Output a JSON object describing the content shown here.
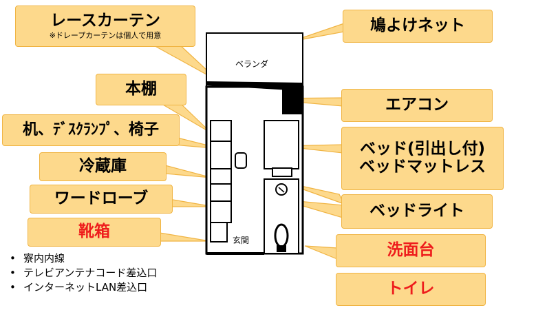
{
  "callouts": {
    "lace_curtain": {
      "title": "レースカーテン",
      "note": "※ドレープカーテンは個人で用意"
    },
    "bookshelf": {
      "title": "本棚"
    },
    "desk": {
      "title": "机、ﾃﾞｽｸﾗﾝﾌﾟ、椅子"
    },
    "fridge": {
      "title": "冷蔵庫"
    },
    "wardrobe": {
      "title": "ワードローブ"
    },
    "shoe_box": {
      "title": "靴箱"
    },
    "pigeon_net": {
      "title": "鳩よけネット"
    },
    "aircon": {
      "title": "エアコン"
    },
    "bed": {
      "title_line1": "ベッド(引出し付)",
      "title_line2": "ベッドマットレス"
    },
    "bed_light": {
      "title": "ベッドライト"
    },
    "washbasin": {
      "title": "洗面台"
    },
    "toilet": {
      "title": "トイレ"
    }
  },
  "plan": {
    "veranda": "ベランダ",
    "entrance": "玄関"
  },
  "bullets": [
    "寮内内線",
    "テレビアンテナコード差込口",
    "インターネットLAN差込口"
  ],
  "colors": {
    "callout_fill": "#fdd98c",
    "callout_border": "#f0b443",
    "red_text": "#ee1c1c"
  }
}
